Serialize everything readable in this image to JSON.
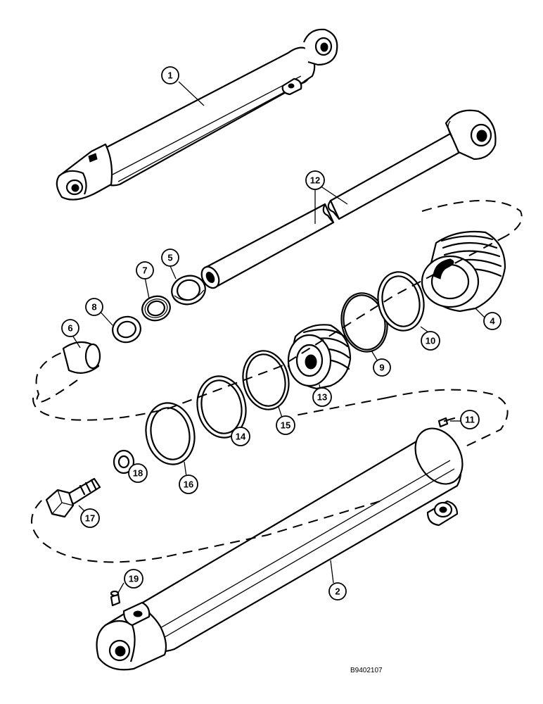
{
  "drawing_code": "B9402107",
  "callouts": [
    {
      "id": "p1",
      "label": "1"
    },
    {
      "id": "p2",
      "label": "2"
    },
    {
      "id": "p4",
      "label": "4"
    },
    {
      "id": "p5",
      "label": "5"
    },
    {
      "id": "p6",
      "label": "6"
    },
    {
      "id": "p7",
      "label": "7"
    },
    {
      "id": "p8",
      "label": "8"
    },
    {
      "id": "p9",
      "label": "9"
    },
    {
      "id": "p10",
      "label": "10"
    },
    {
      "id": "p11",
      "label": "11"
    },
    {
      "id": "p12",
      "label": "12"
    },
    {
      "id": "p13",
      "label": "13"
    },
    {
      "id": "p14",
      "label": "14"
    },
    {
      "id": "p15",
      "label": "15"
    },
    {
      "id": "p16",
      "label": "16"
    },
    {
      "id": "p17",
      "label": "17"
    },
    {
      "id": "p18",
      "label": "18"
    },
    {
      "id": "p19",
      "label": "19"
    }
  ]
}
